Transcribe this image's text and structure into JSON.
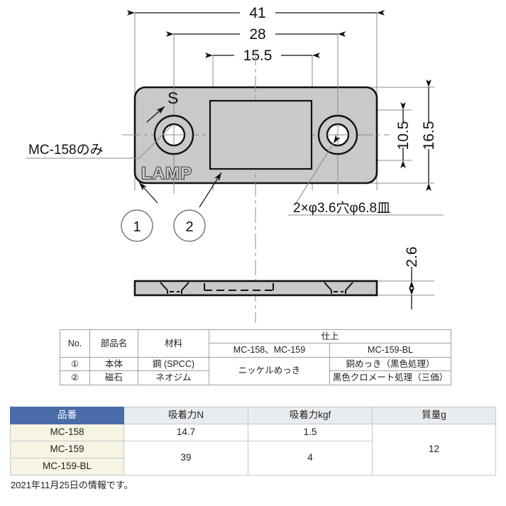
{
  "drawing": {
    "dimensions": {
      "overall_width": "41",
      "hole_span": "28",
      "magnet_width": "15.5",
      "hole_center_height": "10.5",
      "overall_height": "16.5",
      "thickness": "2.6"
    },
    "annotations": {
      "left_note": "MC-158のみ",
      "hole_note": "2×φ3.6穴φ6.8皿",
      "polarity_mark": "S",
      "brand_logo": "LAMP"
    },
    "balloons": [
      "1",
      "2"
    ],
    "colors": {
      "body_fill": "#c9c9c9",
      "outline": "#111111",
      "centerline": "#8c8c8c"
    }
  },
  "finish_table": {
    "headers": {
      "no": "No.",
      "part_name": "部品名",
      "material": "材料",
      "finish": "仕上"
    },
    "finish_subheaders": [
      "MC-158、MC-159",
      "MC-159-BL"
    ],
    "rows": [
      {
        "no": "①",
        "part_name": "本体",
        "material": "鋼 (SPCC)",
        "finish_std": "ニッケルめっき",
        "finish_bl": "銅めっき（黒色処理）"
      },
      {
        "no": "②",
        "part_name": "磁石",
        "material": "ネオジム",
        "finish_std": "",
        "finish_bl": "黒色クロメート処理（三価）"
      }
    ]
  },
  "spec_table": {
    "headers": [
      "品番",
      "吸着力N",
      "吸着力kgf",
      "質量g"
    ],
    "rows": [
      {
        "part_no": "MC-158",
        "force_n": "14.7",
        "force_kgf": "1.5",
        "mass_g": "12"
      },
      {
        "part_no": "MC-159",
        "force_n": "39",
        "force_kgf": "4",
        "mass_g": ""
      },
      {
        "part_no": "MC-159-BL",
        "force_n": "",
        "force_kgf": "",
        "mass_g": ""
      }
    ],
    "header_color": "#4a6daa",
    "part_cell_color": "#f7f4e4"
  },
  "footnote": "2021年11月25日の情報です。"
}
